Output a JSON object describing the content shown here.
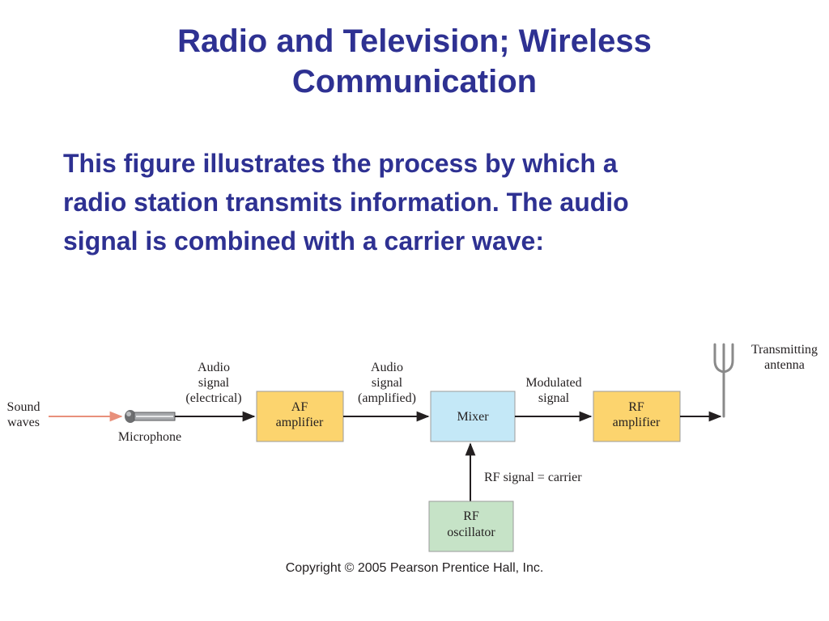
{
  "slide": {
    "title_lines": [
      "Radio and Television; Wireless",
      "Communication"
    ],
    "body_lines": [
      "This figure illustrates the process by which a",
      "radio station transmits information. The audio",
      "signal is combined with a carrier wave:"
    ],
    "copyright": "Copyright © 2005 Pearson Prentice Hall, Inc."
  },
  "diagram": {
    "colors": {
      "text_blue": "#2e3192",
      "af_box": "#fcd46e",
      "mixer_box": "#c4e8f7",
      "rf_amp_box": "#fcd46e",
      "oscillator_box": "#c6e3c7",
      "sound_arrow": "#e8907b",
      "arrow": "#231f20",
      "antenna": "#8a8a8a"
    },
    "icons": {
      "microphone": "microphone-icon",
      "antenna": "antenna-icon"
    },
    "sound_label": [
      "Sound",
      "waves"
    ],
    "microphone_label": "Microphone",
    "audio_electrical_label": [
      "Audio",
      "signal",
      "(electrical)"
    ],
    "af_amp_label": [
      "AF",
      "amplifier"
    ],
    "audio_amplified_label": [
      "Audio",
      "signal",
      "(amplified)"
    ],
    "mixer_label": "Mixer",
    "modulated_label": [
      "Modulated",
      "signal"
    ],
    "rf_amp_label": [
      "RF",
      "amplifier"
    ],
    "antenna_label": [
      "Transmitting",
      "antenna"
    ],
    "carrier_label": "RF signal = carrier",
    "oscillator_label": [
      "RF",
      "oscillator"
    ]
  }
}
